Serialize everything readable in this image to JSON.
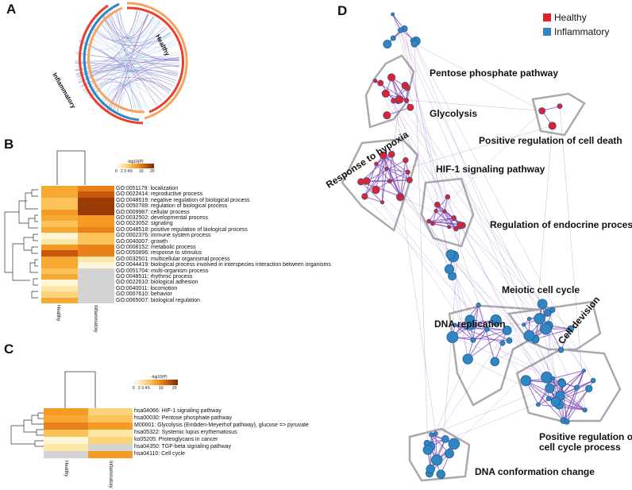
{
  "panels": {
    "a": "A",
    "b": "B",
    "c": "C",
    "d": "D"
  },
  "chord": {
    "healthy_label": "Healthy",
    "inflammatory_label": "Inflammatory"
  },
  "heatmap_b": {
    "scale_title": "-log10(P)",
    "scale_ticks": [
      "0",
      "2 3 4",
      "6",
      "10",
      "20"
    ],
    "columns": [
      "Healthy",
      "Inflammatory"
    ],
    "rows": [
      "GO:0051179: localization",
      "GO:0022414: reproductive process",
      "GO:0048519: negative regulation of biological process",
      "GO:0050789: regulation of biological process",
      "GO:0009987: cellular process",
      "GO:0032502: developmental process",
      "GO:0023052: signaling",
      "GO:0048518: positive regulation of biological process",
      "GO:0002376: immune system process",
      "GO:0040007: growth",
      "GO:0008152: metabolic process",
      "GO:0050896: response to stimulus",
      "GO:0032501: multicellular organismal process",
      "GO:0044419: biological process involved in interspecies interaction between organisms",
      "GO:0051704: multi-organism process",
      "GO:0048511: rhythmic process",
      "GO:0022610: biological adhesion",
      "GO:0040011: locomotion",
      "GO:0007610: behavior",
      "GO:0065007: biological regulation"
    ]
  },
  "heatmap_c": {
    "scale_title": "-log10(P)",
    "scale_ticks": [
      "0",
      "2 3 4",
      "6",
      "10",
      "20"
    ],
    "columns": [
      "Healthy",
      "Inflammatory"
    ],
    "rows": [
      "hsa04066: HIF-1 signaling pathway",
      "hsa00030: Pentose phosphate pathway",
      "M00001: Glycolysis (Embden-Meyerhof pathway), glucose => pyruvate",
      "hsa05322: Systemic lupus erythematosus",
      "ko05205: Proteoglycans in cancer",
      "hsa04350: TGF-beta signaling pathway",
      "hsa04110: Cell cycle"
    ]
  },
  "network": {
    "legend": [
      {
        "label": "Healthy",
        "color": "#e32228"
      },
      {
        "label": "Inflammatory",
        "color": "#2f86c2"
      }
    ],
    "clusters": {
      "pentose": "Pentose phosphate pathway",
      "glycolysis": "Glycolysis",
      "cell_death": "Positive regulation of cell death",
      "hypoxia": "Response to hypoxia",
      "hif1": "HIF-1 signaling pathway",
      "endocrine": "Regulation of endocrine process",
      "meiotic": "Meiotic cell cycle",
      "dna_rep": "DNA replication",
      "cell_div": "Cell devision",
      "pos_reg_1": "Positive regulation of",
      "pos_reg_2": "cell cycle process",
      "dna_conf": "DNA conformation change"
    }
  },
  "colors": {
    "healthy": "#e32228",
    "inflammatory": "#2f86c2",
    "edge": "#7a48b4"
  }
}
